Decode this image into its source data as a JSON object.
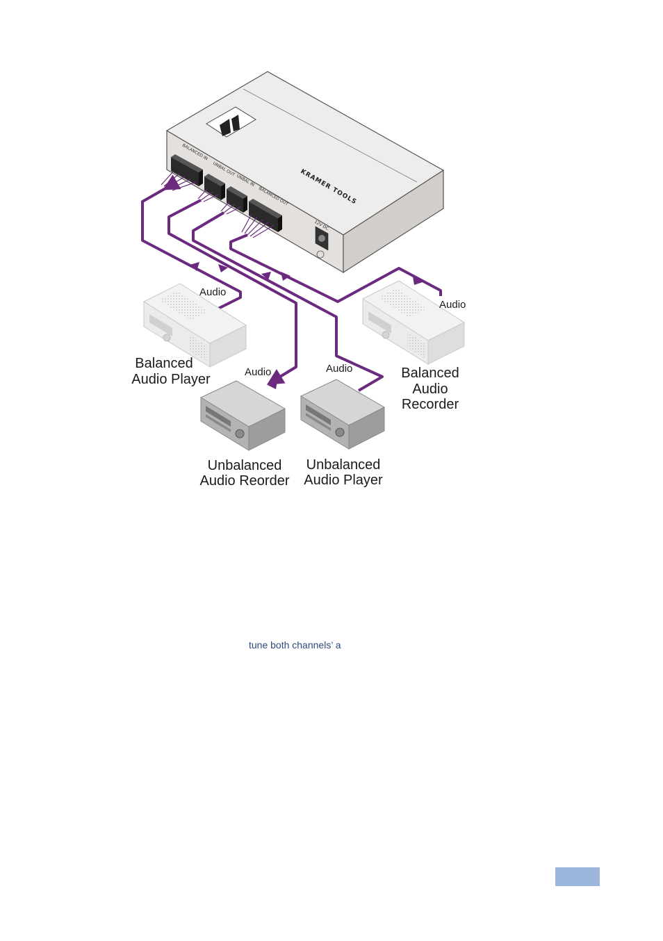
{
  "labels": {
    "balanced_player": [
      "Balanced",
      "Audio Player"
    ],
    "balanced_recorder": [
      "Balanced",
      "Audio",
      "Recorder"
    ],
    "unbalanced_recorder": [
      "Unbalanced",
      "Audio Reorder"
    ],
    "unbalanced_player": [
      "Unbalanced",
      "Audio Player"
    ],
    "audio_tags": [
      "Audio",
      "Audio",
      "Audio",
      "Audio"
    ]
  },
  "device": {
    "brand": "KRAMER TOOLS",
    "power_label": "12V DC",
    "port_labels": [
      "BALANCED IN",
      "UNBAL OUT",
      "UNBAL IN",
      "BALANCED OUT"
    ]
  },
  "caption": "tune both channels’ a",
  "colors": {
    "cable": "#6b2a7e",
    "device_body": "#e9e7e5",
    "device_front": "#d6d3d0",
    "page_box": "#9bb5dc"
  }
}
